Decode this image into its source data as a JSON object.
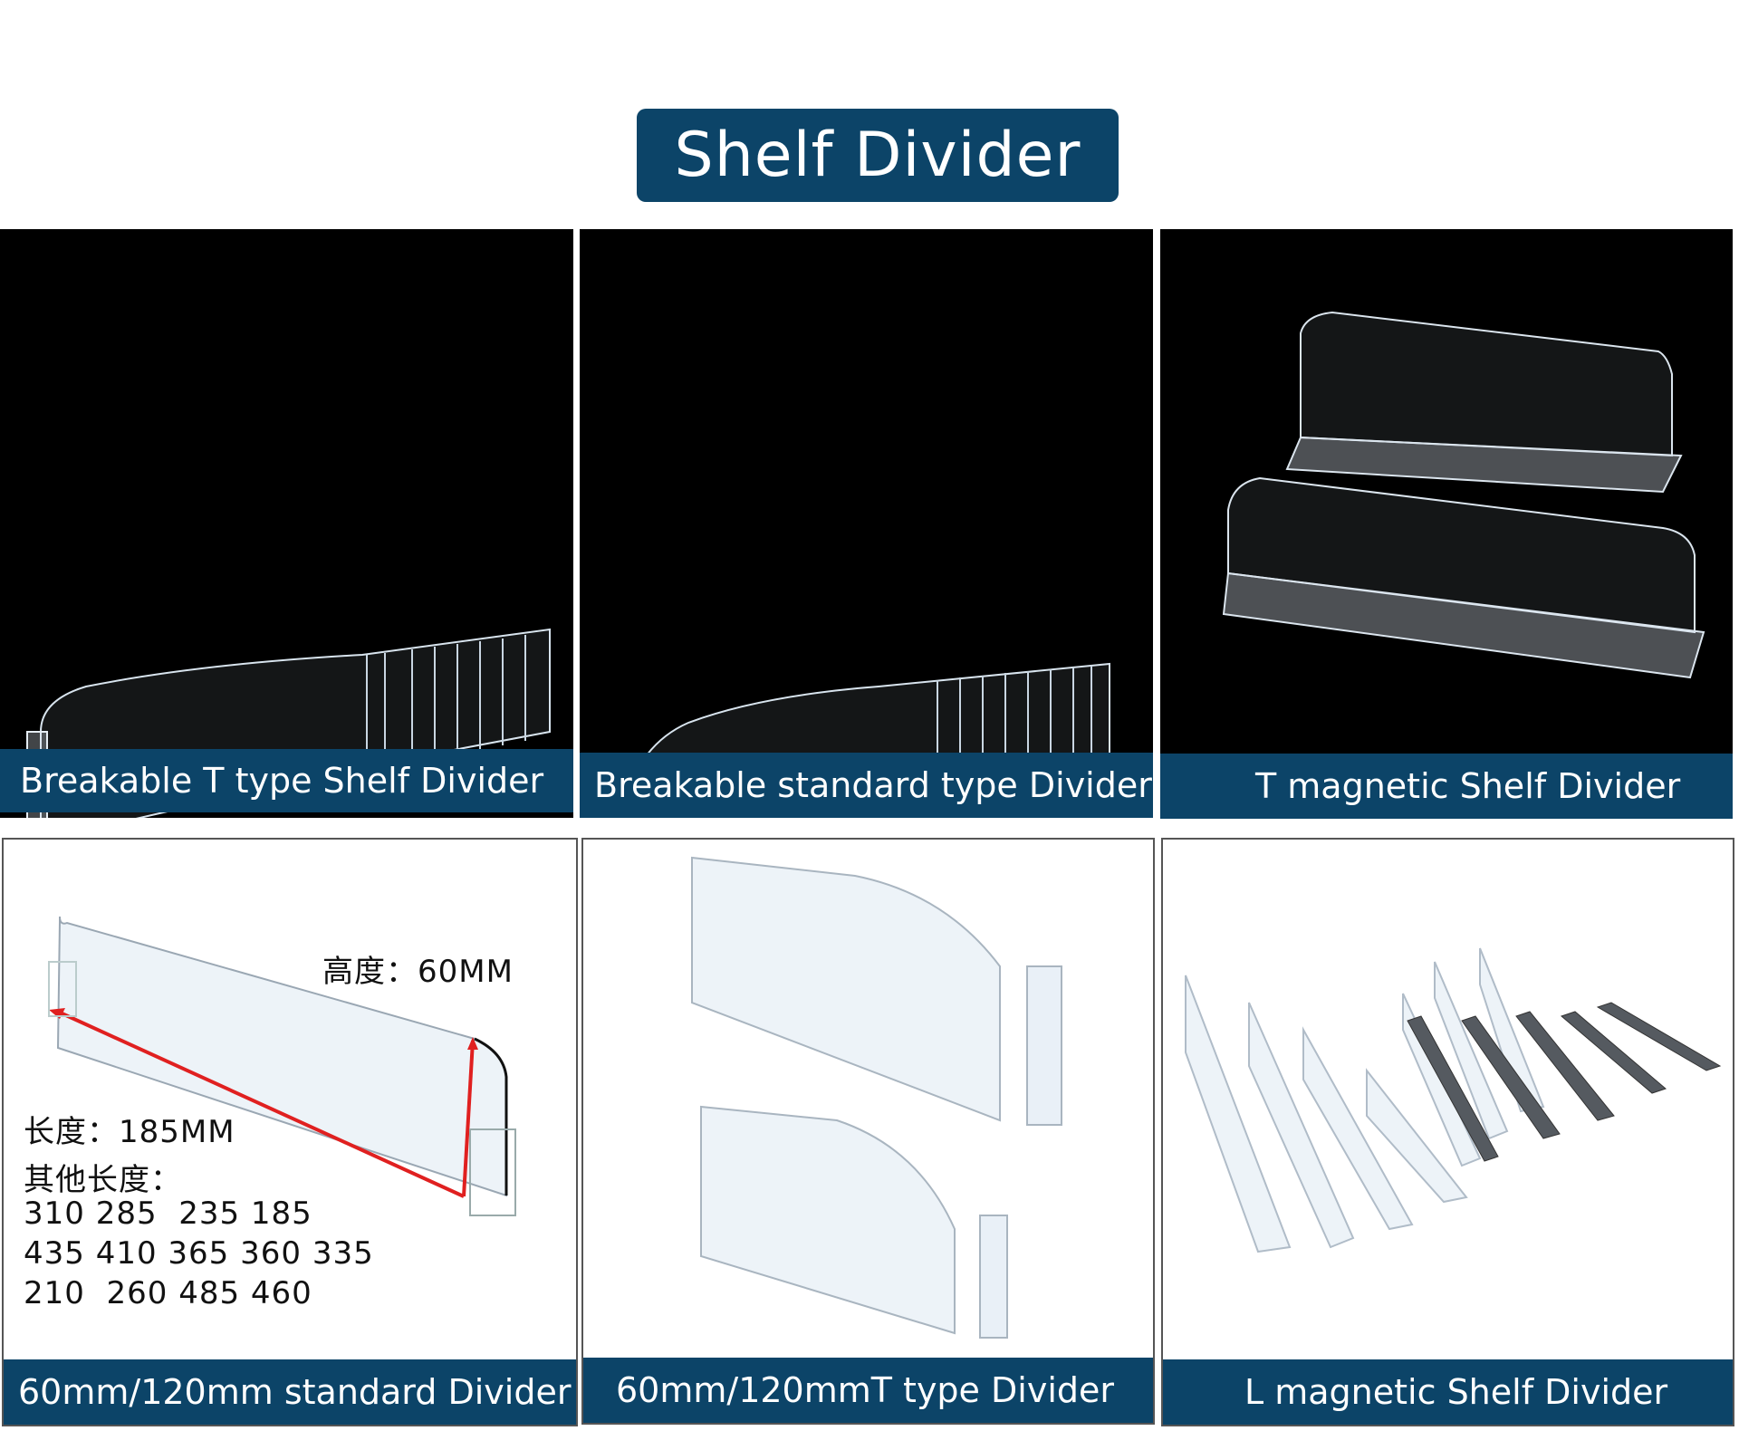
{
  "title": "Shelf Divider",
  "colors": {
    "banner": "#0c4468",
    "dark_bg": "#000000",
    "light_bg": "#ffffff",
    "measure_line": "#e02020"
  },
  "cards": [
    {
      "caption": "Breakable T type Shelf Divider"
    },
    {
      "caption": "Breakable standard type Divider"
    },
    {
      "caption": "T magnetic Shelf Divider"
    },
    {
      "caption": "60mm/120mm standard Divider",
      "height_label": "高度：60MM",
      "length_label": "长度：185MM",
      "other_lengths_label": "其他长度：",
      "lengths_line1": "310 285  235 185",
      "lengths_line2": "435 410 365 360 335",
      "lengths_line3": "210  260 485 460"
    },
    {
      "caption": "60mm/120mmT type Divider"
    },
    {
      "caption": "L magnetic Shelf Divider"
    }
  ]
}
